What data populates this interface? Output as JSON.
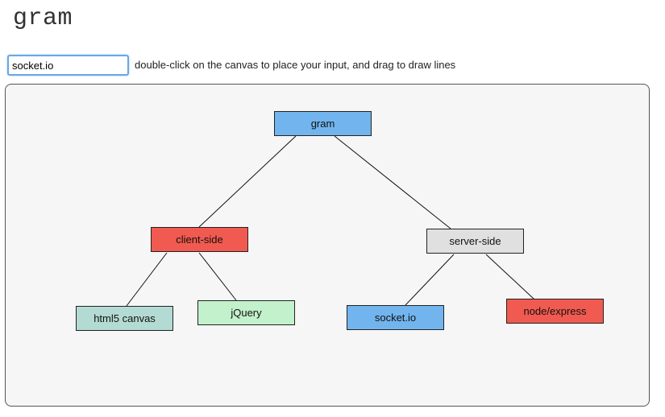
{
  "app": {
    "title": "gram"
  },
  "input": {
    "value": "socket.io"
  },
  "instructions": "double-click on the canvas to place your input, and drag to draw lines",
  "colors": {
    "blue": "#72b5ee",
    "red": "#f15a50",
    "gray": "#e0e0e0",
    "teal": "#b3dbd3",
    "green": "#c2f1cb",
    "canvas_bg": "#f6f6f6"
  },
  "nodes": [
    {
      "id": "gram",
      "label": "gram",
      "color": "#72b5ee"
    },
    {
      "id": "client-side",
      "label": "client-side",
      "color": "#f15a50"
    },
    {
      "id": "server-side",
      "label": "server-side",
      "color": "#e0e0e0"
    },
    {
      "id": "html5-canvas",
      "label": "html5 canvas",
      "color": "#b3dbd3"
    },
    {
      "id": "jquery",
      "label": "jQuery",
      "color": "#c2f1cb"
    },
    {
      "id": "socket-io",
      "label": "socket.io",
      "color": "#72b5ee"
    },
    {
      "id": "node-express",
      "label": "node/express",
      "color": "#f15a50"
    }
  ],
  "edges": [
    {
      "from": "gram",
      "to": "client-side"
    },
    {
      "from": "gram",
      "to": "server-side"
    },
    {
      "from": "client-side",
      "to": "html5-canvas"
    },
    {
      "from": "client-side",
      "to": "jquery"
    },
    {
      "from": "server-side",
      "to": "socket-io"
    },
    {
      "from": "server-side",
      "to": "node-express"
    }
  ]
}
